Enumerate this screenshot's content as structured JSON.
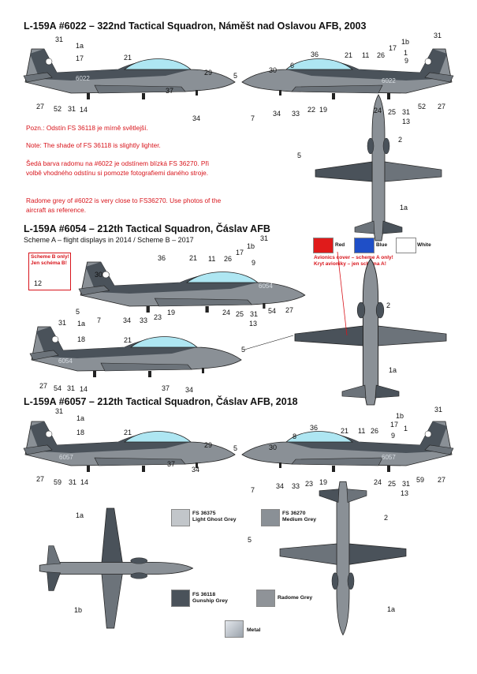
{
  "sections": [
    {
      "title": "L-159A #6022 – 322nd Tactical Squadron, Náměšt nad Oslavou AFB, 2003"
    },
    {
      "title": "L-159A #6054 – 212th Tactical Squadron, Čáslav AFB",
      "subtitle": "Scheme A – flight displays in 2014 / Scheme B – 2017"
    },
    {
      "title": "L-159A #6057 – 212th Tactical Squadron, Čáslav AFB, 2018"
    }
  ],
  "notes": [
    "Pozn.: Odstín FS 36118 je mírně světlejší.",
    "Note: The shade of FS 36118 is slightly lighter.",
    "Šedá barva radomu na #6022 je odstínem blízká FS 36270. Při volbě vhodného odstínu si pomozte fotografiemi daného stroje.",
    "Radome grey of #6022 is very close to FS36270. Use photos of the aircraft as reference."
  ],
  "colour_boxes": [
    {
      "label": "Red",
      "hex": "#e01b1b"
    },
    {
      "label": "Blue",
      "hex": "#1f4fc7"
    },
    {
      "label": "White",
      "hex": "#ffffff"
    }
  ],
  "avionics_note": [
    "Avionics cover – scheme A only!",
    "Kryt avioniky – jen schéma A!"
  ],
  "scheme_b_note": [
    "Scheme B only!",
    "Jen schéma B!"
  ],
  "serials": {
    "s6022": "6022",
    "s6054": "6054",
    "s6057": "6057"
  },
  "paint_swatches": [
    {
      "code": "FS 36375",
      "name": "Light Ghost Grey",
      "hex": "#c2c6ca"
    },
    {
      "code": "FS 36270",
      "name": "Medium Grey",
      "hex": "#8a9096"
    },
    {
      "code": "FS 36118",
      "name": "Gunship Grey",
      "hex": "#4a525a"
    },
    {
      "code": "",
      "name": "Radome Grey",
      "hex": "#8f9398"
    },
    {
      "code": "",
      "name": "Metal",
      "hex": "#b8bec6"
    }
  ],
  "colors": {
    "dark": "#4a525a",
    "medium": "#8a9096",
    "light": "#c2c6ca",
    "canopy": "#aee6f2"
  },
  "callouts": {
    "c1": "1",
    "c1a": "1a",
    "c1b": "1b",
    "c2": "2",
    "c5": "5",
    "c6": "6",
    "c7": "7",
    "c8": "8",
    "c9": "9",
    "c11": "11",
    "c12": "12",
    "c13": "13",
    "c14": "14",
    "c17": "17",
    "c18": "18",
    "c19": "19",
    "c21": "21",
    "c22": "22",
    "c23": "23",
    "c24": "24",
    "c25": "25",
    "c26": "26",
    "c27": "27",
    "c29": "29",
    "c30": "30",
    "c31": "31",
    "c33": "33",
    "c34": "34",
    "c36": "36",
    "c37": "37",
    "c52": "52",
    "c54": "54",
    "c59": "59"
  }
}
